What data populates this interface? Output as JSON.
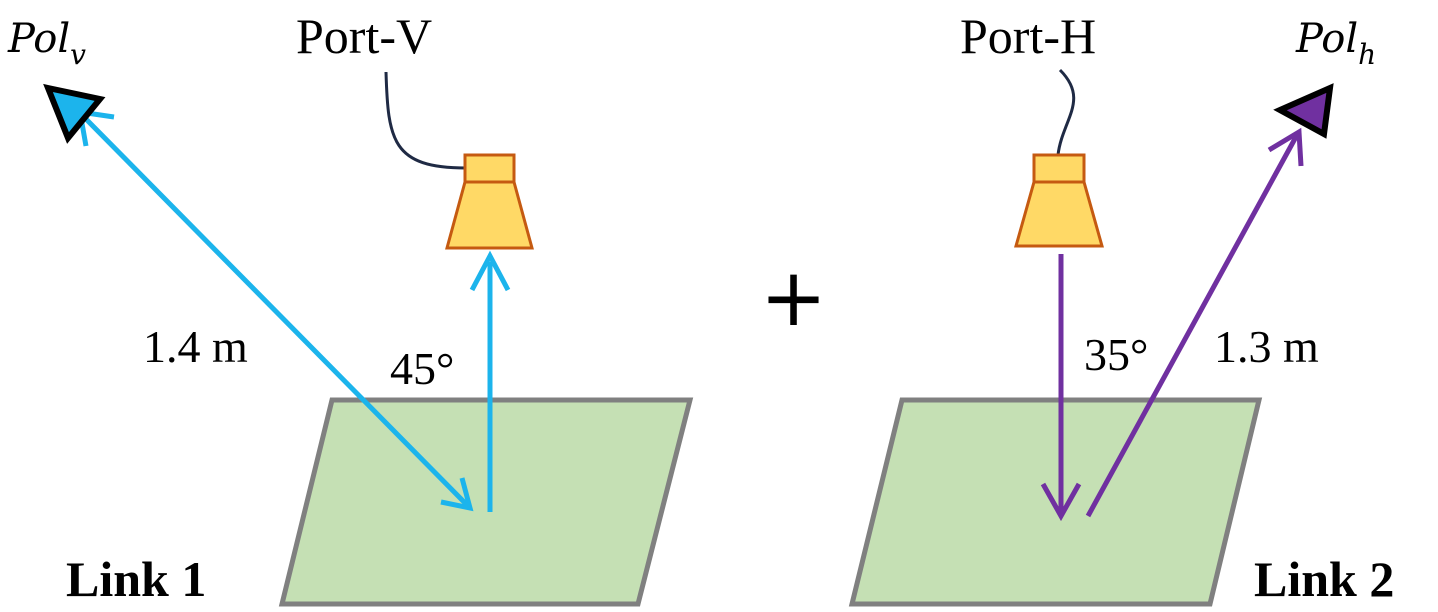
{
  "colors": {
    "surface_fill": "#c5e0b4",
    "surface_stroke": "#808080",
    "horn_fill": "#ffd966",
    "horn_stroke": "#c55a11",
    "link1_arrow": "#1cb4ec",
    "link2_arrow": "#7030a0",
    "cable": "#1f2a44"
  },
  "link1": {
    "title": "Link 1",
    "port": "Port-V",
    "pol_main": "Pol",
    "pol_sub": "v",
    "distance": "1.4 m",
    "angle": "45°"
  },
  "link2": {
    "title": "Link 2",
    "port": "Port-H",
    "pol_main": "Pol",
    "pol_sub": "h",
    "distance": "1.3 m",
    "angle": "35°"
  },
  "combine_symbol": "+"
}
